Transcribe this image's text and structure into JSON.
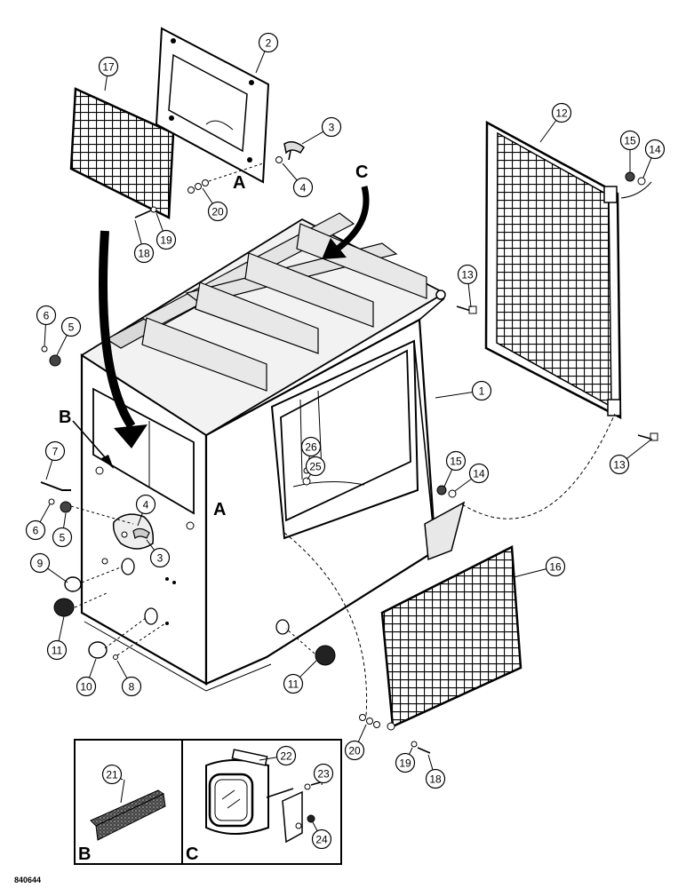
{
  "callouts": [
    {
      "id": "c17",
      "label": "17"
    },
    {
      "id": "c2",
      "label": "2"
    },
    {
      "id": "c3a",
      "label": "3"
    },
    {
      "id": "c4a",
      "label": "4"
    },
    {
      "id": "c20a",
      "label": "20"
    },
    {
      "id": "c19a",
      "label": "19"
    },
    {
      "id": "c18a",
      "label": "18"
    },
    {
      "id": "c12",
      "label": "12"
    },
    {
      "id": "c15a",
      "label": "15"
    },
    {
      "id": "c14a",
      "label": "14"
    },
    {
      "id": "c13a",
      "label": "13"
    },
    {
      "id": "c6a",
      "label": "6"
    },
    {
      "id": "c5a",
      "label": "5"
    },
    {
      "id": "c1",
      "label": "1"
    },
    {
      "id": "c26",
      "label": "26"
    },
    {
      "id": "c25",
      "label": "25"
    },
    {
      "id": "c15b",
      "label": "15"
    },
    {
      "id": "c14b",
      "label": "14"
    },
    {
      "id": "c13b",
      "label": "13"
    },
    {
      "id": "c7",
      "label": "7"
    },
    {
      "id": "c4b",
      "label": "4"
    },
    {
      "id": "c6b",
      "label": "6"
    },
    {
      "id": "c5b",
      "label": "5"
    },
    {
      "id": "c3b",
      "label": "3"
    },
    {
      "id": "c9",
      "label": "9"
    },
    {
      "id": "c16",
      "label": "16"
    },
    {
      "id": "c11a",
      "label": "11"
    },
    {
      "id": "c10",
      "label": "10"
    },
    {
      "id": "c8",
      "label": "8"
    },
    {
      "id": "c11b",
      "label": "11"
    },
    {
      "id": "c20b",
      "label": "20"
    },
    {
      "id": "c19b",
      "label": "19"
    },
    {
      "id": "c18b",
      "label": "18"
    },
    {
      "id": "c21",
      "label": "21"
    },
    {
      "id": "c22",
      "label": "22"
    },
    {
      "id": "c23",
      "label": "23"
    },
    {
      "id": "c24",
      "label": "24"
    }
  ],
  "section_labels": {
    "a_top": "A",
    "a_side": "A",
    "b_arrow": "B",
    "c_arrow": "C",
    "b_inset": "B",
    "c_inset": "C"
  },
  "figure_code": "840644"
}
